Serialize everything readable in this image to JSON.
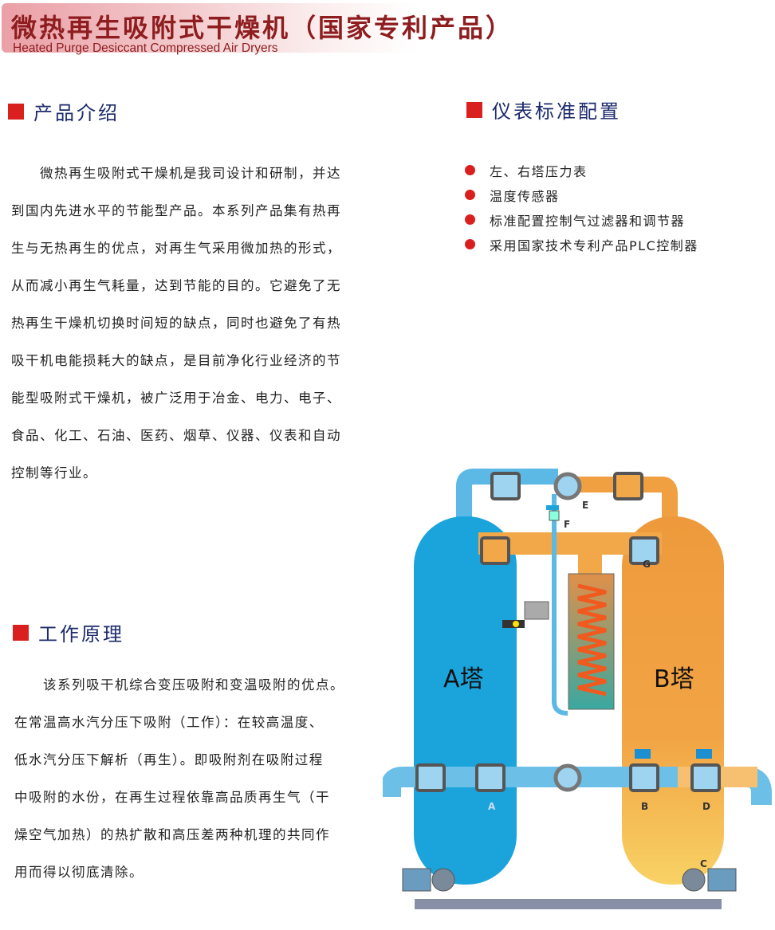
{
  "header": {
    "title_cn": "微热再生吸附式干燥机（国家专利产品）",
    "title_en": "Heated Purge Desiccant Compressed Air Dryers"
  },
  "intro": {
    "heading": "产品介绍",
    "lines": [
      "　　微热再生吸附式干燥机是我司设计和研制，并达",
      "到国内先进水平的节能型产品。本系列产品集有热再",
      "生与无热再生的优点，对再生气采用微加热的形式，",
      "从而减小再生气耗量，达到节能的目的。它避免了无",
      "热再生干燥机切换时间短的缺点，同时也避免了有热",
      "吸干机电能损耗大的缺点，是目前净化行业经济的节",
      "能型吸附式干燥机，被广泛用于冶金、电力、电子、",
      "食品、化工、石油、医药、烟草、仪器、仪表和自动",
      "控制等行业。"
    ]
  },
  "instruments": {
    "heading": "仪表标准配置",
    "items": [
      "左、右塔压力表",
      "温度传感器",
      "标准配置控制气过滤器和调节器",
      "采用国家技术专利产品PLC控制器"
    ]
  },
  "principle": {
    "heading": "工作原理",
    "lines": [
      "　　该系列吸干机综合变压吸附和变温吸附的优点。",
      "在常温高水汽分压下吸附（工作）：在较高温度、",
      "低水汽分压下解析（再生）。即吸附剂在吸附过程",
      "中吸附的水份，在再生过程依靠高品质再生气（干",
      "燥空气加热）的热扩散和高压差两种机理的共同作",
      "用而得以彻底清除。"
    ]
  },
  "diagram": {
    "tower_a": "A塔",
    "tower_b": "B塔",
    "labels": {
      "a": "A",
      "b": "B",
      "c": "C",
      "d": "D",
      "e": "E",
      "f": "F",
      "g": "G"
    },
    "colors": {
      "blue": "#1ba4dc",
      "orange": "#f0a040",
      "accent": "#d9201e",
      "title": "#8e1d1f"
    }
  }
}
